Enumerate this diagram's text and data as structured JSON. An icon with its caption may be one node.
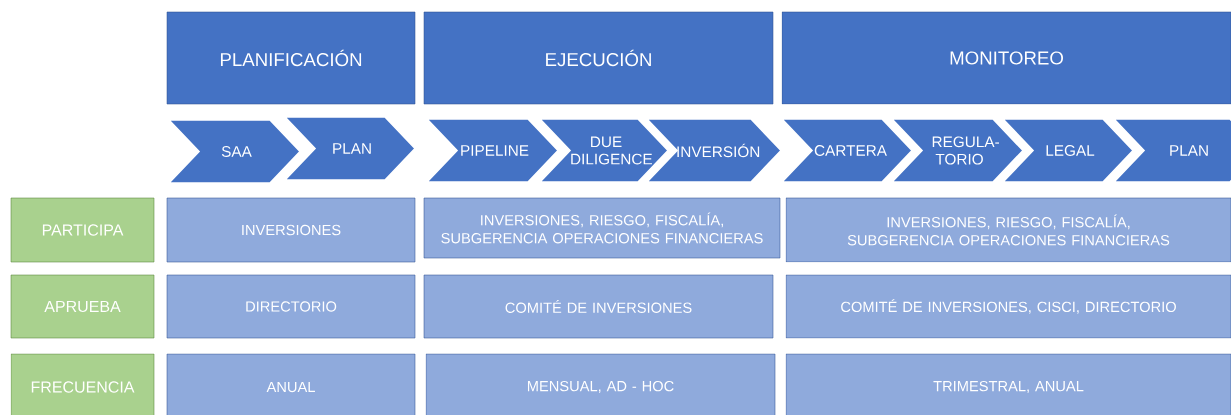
{
  "diagram": {
    "nodes": [
      {
        "text": [
          "PLANIFICACIÓN"
        ]
      },
      {
        "text": [
          "EJECUCIÓN"
        ]
      },
      {
        "text": [
          "MONITOREO"
        ]
      },
      {
        "text": [
          "SAA"
        ]
      },
      {
        "text": [
          "PLAN"
        ]
      },
      {
        "text": [
          "PIPELINE"
        ]
      },
      {
        "text": [
          "DUE DILIGENCE"
        ]
      },
      {
        "text": [
          "INVERSIÓN"
        ]
      },
      {
        "text": [
          "CARTERA"
        ]
      },
      {
        "text": [
          "REGULA-TORIO"
        ]
      },
      {
        "text": [
          "LEGAL"
        ]
      },
      {
        "text": [
          "PLAN"
        ]
      },
      {
        "text": [
          "PARTICIPA"
        ]
      },
      {
        "text": [
          "INVERSIONES"
        ]
      },
      {
        "text": [
          "INVERSIONES, RIESGO, FISCALÍA, SUBGERENCIA OPERACIONES FINANCIERAS"
        ]
      },
      {
        "text": [
          "INVERSIONES, RIESGO, FISCALÍA, SUBGERENCIA OPERACIONES FINANCIERAS"
        ]
      },
      {
        "text": [
          "APRUEBA"
        ]
      },
      {
        "text": [
          "DIRECTORIO"
        ]
      },
      {
        "text": [
          "COMITÉ DE INVERSIONES"
        ]
      },
      {
        "text": [
          "COMITÉ DE INVERSIONES, CISCI, DIRECTORIO"
        ]
      },
      {
        "text": [
          "FRECUENCIA"
        ]
      },
      {
        "text": [
          "ANUAL"
        ]
      },
      {
        "text": [
          "MENSUAL, AD - HOC"
        ]
      },
      {
        "text": [
          "TRIMESTRAL, ANUAL"
        ]
      }
    ]
  }
}
